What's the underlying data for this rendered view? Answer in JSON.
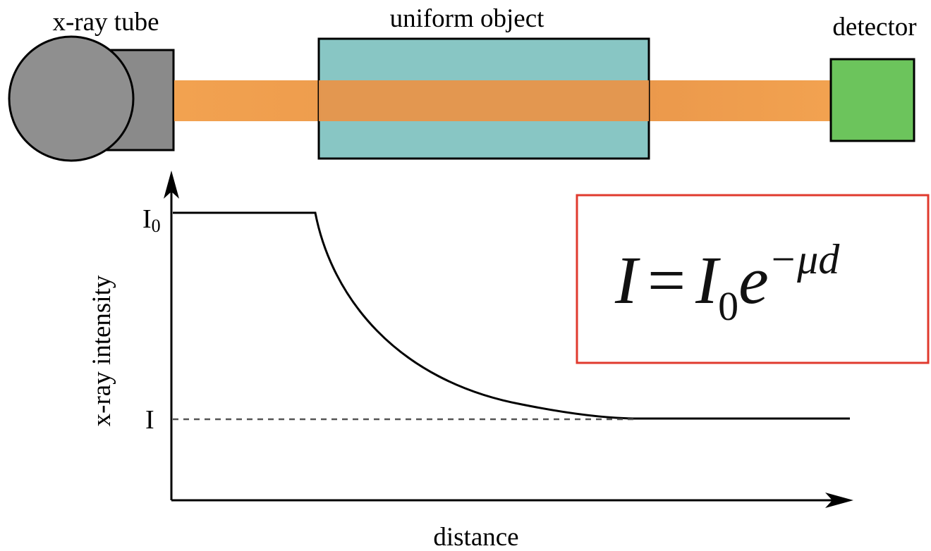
{
  "labels": {
    "tube": "x-ray tube",
    "object": "uniform object",
    "detector": "detector",
    "y_axis": "x-ray intensity",
    "x_axis": "distance",
    "i0_main": "I",
    "i0_sub": "0",
    "i_tick": "I"
  },
  "formula": {
    "lhs": "I",
    "eq": "=",
    "base": "I",
    "base_sub": "0",
    "e": "e",
    "exponent": "−μd"
  },
  "colors": {
    "tube_body": "#8a8a8a",
    "tube_circle": "#8f8f8f",
    "beam": "#f0a050",
    "object_fill": "#88c6c4",
    "detector_fill": "#6cc45c",
    "formula_border": "#e03a2e",
    "outline": "#000000",
    "dashed_line": "#555555"
  }
}
